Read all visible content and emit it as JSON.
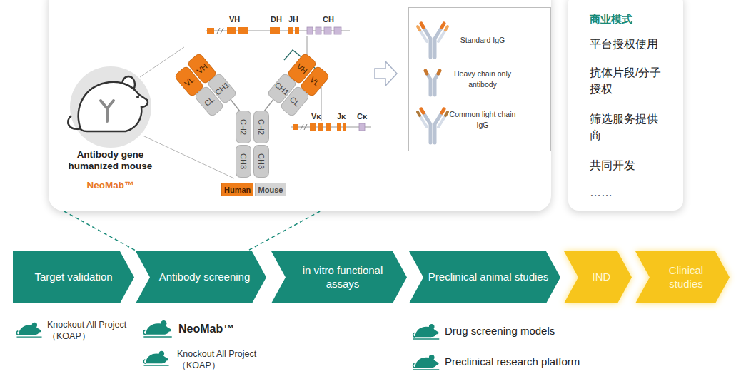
{
  "diagram": {
    "nodes": [
      {
        "text": [
          "Antibody gene humanized mouse",
          "NeoMab™"
        ]
      },
      {
        "text": [
          "VH"
        ],
        "in": 0
      },
      {
        "text": [
          "VL"
        ],
        "in": 0
      },
      {
        "text": [
          "CH1"
        ],
        "in": 0
      },
      {
        "text": [
          "CL"
        ],
        "in": 0
      },
      {
        "text": [
          "CH1"
        ],
        "in": 0
      },
      {
        "text": [
          "VH"
        ],
        "in": 0
      },
      {
        "text": [
          "VL"
        ],
        "in": 0
      },
      {
        "text": [
          "CL"
        ],
        "in": 0
      },
      {
        "text": [
          "CH2"
        ],
        "in": 0
      },
      {
        "text": [
          "CH2"
        ],
        "in": 0
      },
      {
        "text": [
          "CH3"
        ],
        "in": 0
      },
      {
        "text": [
          "CH3"
        ],
        "in": 0
      },
      {
        "text": [
          "Standard IgG",
          "Heavy chain only antibody",
          "Common light chain IgG"
        ],
        "in": 0
      },
      {
        "text": [
          "商业模式",
          "平台授权使用",
          "抗体片段/分子授权",
          "筛选服务提供商",
          "共同开发",
          "……"
        ]
      },
      {
        "text": [
          "Target validation"
        ]
      },
      {
        "text": [
          "Antibody screening"
        ]
      },
      {
        "text": [
          "in vitro functional assays"
        ]
      },
      {
        "text": [
          "Preclinical animal studies"
        ]
      },
      {
        "text": [
          "IND"
        ]
      },
      {
        "text": [
          "Clinical studies"
        ]
      }
    ],
    "edges": [
      {
        "from": 0,
        "to": 16,
        "arrow": "none"
      },
      {
        "from": 0,
        "to": 16,
        "arrow": "none"
      }
    ],
    "labels": [
      "VH",
      "DH",
      "JH",
      "CH",
      "Vκ",
      "Jκ",
      "Cκ",
      "Knockout All Project （KOAP）",
      "NeoMab™",
      "Knockout All Project （KOAP）",
      "Drug screening models",
      "Preclinical research platform"
    ],
    "legend": [
      {
        "text": "Human",
        "color": "#ef7d1a"
      },
      {
        "text": "Mouse",
        "color": "#d4d4d4"
      }
    ]
  }
}
